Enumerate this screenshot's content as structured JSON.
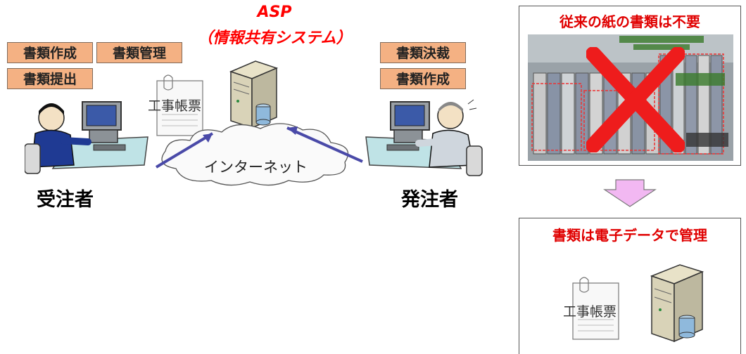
{
  "receiver": {
    "tags": [
      "書類作成",
      "書類管理",
      "書類提出"
    ],
    "label": "受注者"
  },
  "orderer": {
    "tags": [
      "書類決裁",
      "書類作成"
    ],
    "label": "発注者"
  },
  "asp": {
    "title_line1": "ASP",
    "title_line2": "（情報共有システム）"
  },
  "document_label": "工事帳票",
  "internet_label": "インターネット",
  "panel_top": {
    "title": "従来の紙の書類は不要"
  },
  "panel_bottom": {
    "title": "書類は電子データで管理",
    "document_label": "工事帳票"
  },
  "colors": {
    "tag_fill": "#f4b183",
    "accent_red": "#e00000",
    "arrow_blue": "#4a4aa8",
    "down_arrow": "#f2b8f2"
  },
  "icons": [
    "person-at-computer-icon",
    "server-icon",
    "document-icon",
    "cloud-icon",
    "cross-icon",
    "down-arrow-icon"
  ]
}
